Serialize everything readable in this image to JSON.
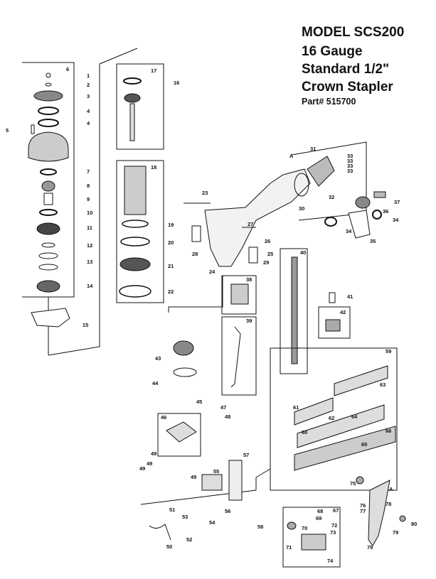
{
  "title": {
    "line1": "MODEL SCS200",
    "line2": "16 Gauge",
    "line3": "Standard 1/2\"",
    "line4": "Crown Stapler",
    "part": "Part# 515700"
  },
  "callouts": [
    "1",
    "2",
    "3",
    "4",
    "4",
    "5",
    "6",
    "7",
    "8",
    "9",
    "10",
    "11",
    "12",
    "13",
    "14",
    "15",
    "16",
    "17",
    "18",
    "19",
    "20",
    "21",
    "22",
    "23",
    "24",
    "25",
    "26",
    "27",
    "28",
    "29",
    "30",
    "31",
    "32",
    "33",
    "33",
    "33",
    "33",
    "34",
    "34",
    "35",
    "36",
    "37",
    "38",
    "39",
    "40",
    "41",
    "42",
    "43",
    "44",
    "45",
    "46",
    "47",
    "48",
    "49",
    "49",
    "49",
    "49",
    "50",
    "51",
    "52",
    "53",
    "54",
    "55",
    "56",
    "57",
    "58",
    "59",
    "60",
    "61",
    "62",
    "63",
    "64",
    "65",
    "66",
    "67",
    "68",
    "69",
    "70",
    "71",
    "72",
    "73",
    "74",
    "75",
    "76",
    "77",
    "78",
    "79",
    "79",
    "80",
    "A",
    "A"
  ]
}
